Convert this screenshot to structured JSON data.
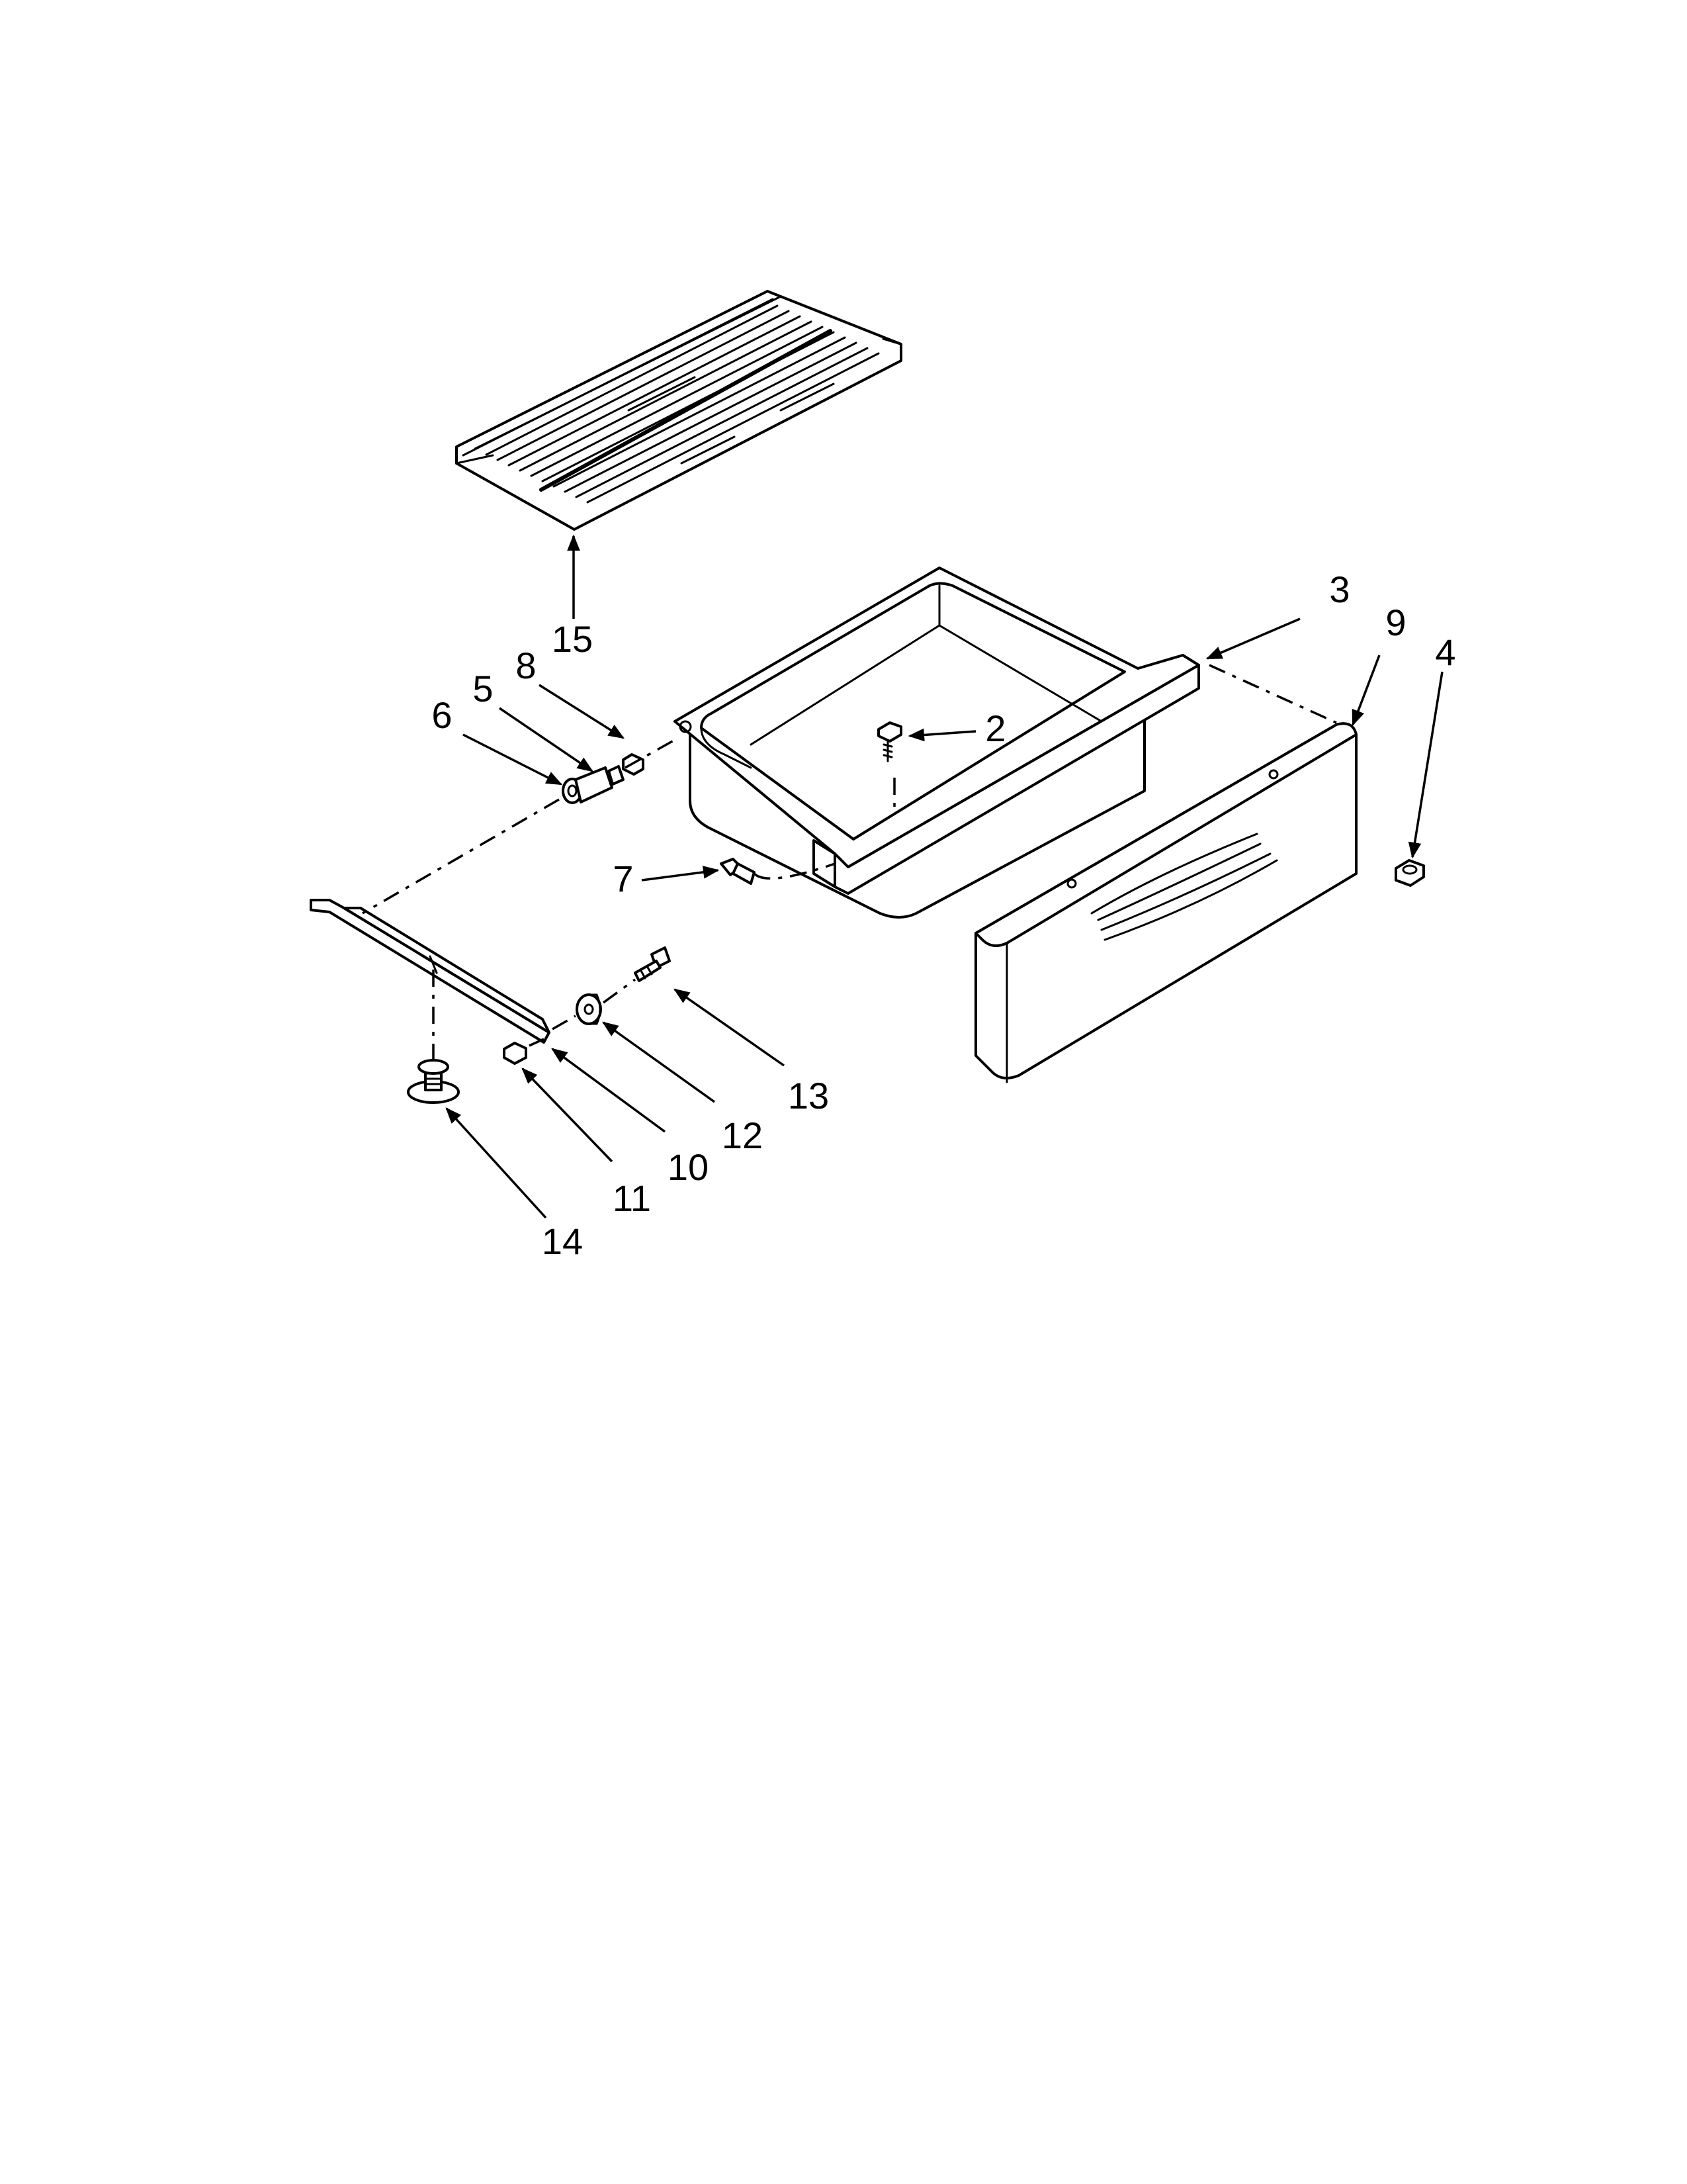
{
  "diagram": {
    "callouts": [
      {
        "id": "1",
        "label": "15"
      },
      {
        "id": "2",
        "label": "3"
      },
      {
        "id": "3",
        "label": "9"
      },
      {
        "id": "4",
        "label": "4"
      },
      {
        "id": "5",
        "label": "8"
      },
      {
        "id": "6",
        "label": "5"
      },
      {
        "id": "7",
        "label": "6"
      },
      {
        "id": "8",
        "label": "2"
      },
      {
        "id": "9",
        "label": "7"
      },
      {
        "id": "10",
        "label": "13"
      },
      {
        "id": "11",
        "label": "12"
      },
      {
        "id": "12",
        "label": "10"
      },
      {
        "id": "13",
        "label": "11"
      },
      {
        "id": "14",
        "label": "14"
      }
    ]
  }
}
